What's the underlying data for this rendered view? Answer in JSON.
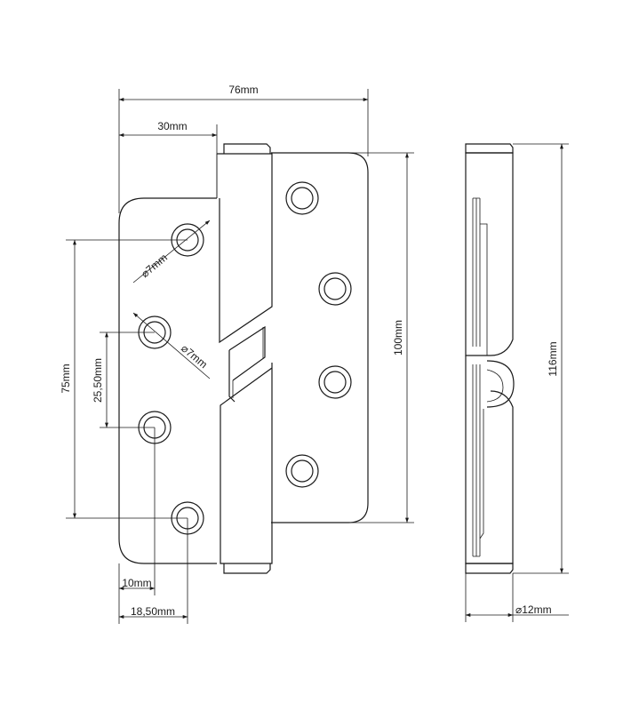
{
  "dimensions": {
    "overall_width": "76mm",
    "leaf_width": "30mm",
    "hole_diameter_1": "⌀7mm",
    "hole_diameter_2": "⌀7mm",
    "hole_spacing_outer": "75mm",
    "hole_spacing_inner": "25,50mm",
    "hole_offset_small": "10mm",
    "hole_offset_large": "18,50mm",
    "leaf_height": "100mm",
    "overall_height": "116mm",
    "pin_diameter": "⌀12mm"
  }
}
